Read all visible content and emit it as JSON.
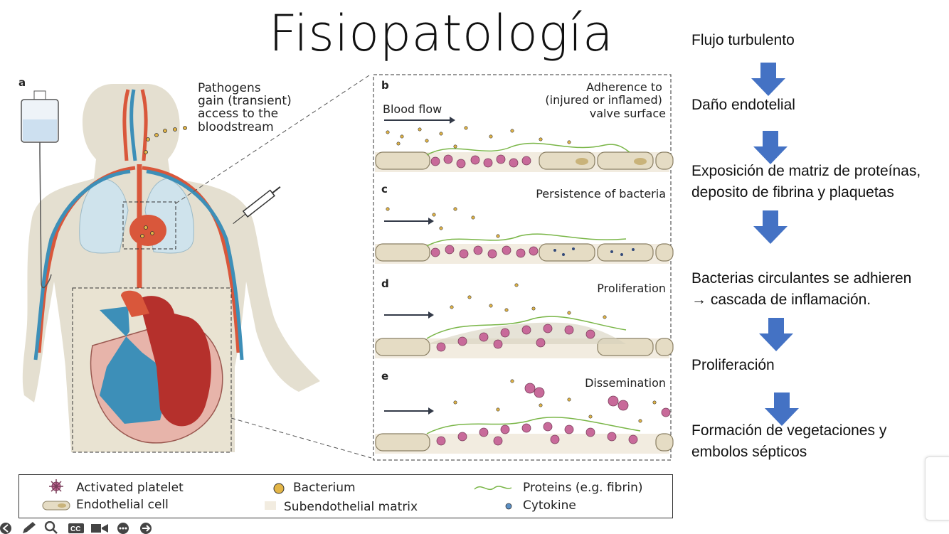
{
  "title": "Fisiopatología",
  "figure": {
    "panel_a_letter": "a",
    "panel_a_caption": [
      "Pathogens",
      "gain (transient)",
      "access to the",
      "bloodstream"
    ],
    "panel_b_letter": "b",
    "panel_b_flow": "Blood flow",
    "panel_b_caption": [
      "Adherence to",
      "(injured or inflamed)",
      "valve surface"
    ],
    "panel_c_letter": "c",
    "panel_c_caption": "Persistence of bacteria",
    "panel_d_letter": "d",
    "panel_d_caption": "Proliferation",
    "panel_e_letter": "e",
    "panel_e_caption": "Dissemination"
  },
  "legend": {
    "platelet": "Activated platelet",
    "endothelial": "Endothelial cell",
    "bacterium": "Bacterium",
    "matrix": "Subendothelial matrix",
    "proteins": "Proteins (e.g. fibrin)",
    "cytokine": "Cytokine"
  },
  "steps": [
    "Flujo turbulento",
    "Daño endotelial",
    "Exposición de matriz de proteínas,",
    "deposito de fibrina y plaquetas",
    "Bacterias circulantes se adhieren",
    "→ cascada de inflamación.",
    "Proliferación",
    "Formación de vegetaciones y",
    "embolos sépticos"
  ],
  "colors": {
    "arrow": "#4472c4",
    "artery": "#d9573b",
    "vein": "#3d8fb8",
    "body": "#e4dfd0",
    "lungs": "#cfe3ec",
    "cell": "#e5dcc4",
    "platelet": "#c86a9a",
    "fibrin": "#7ab648",
    "bacterium": "#e3b546"
  },
  "toolbar_icons": [
    "back-icon",
    "pen-icon",
    "zoom-icon",
    "cc-icon",
    "camera-icon",
    "more-icon",
    "forward-icon"
  ]
}
